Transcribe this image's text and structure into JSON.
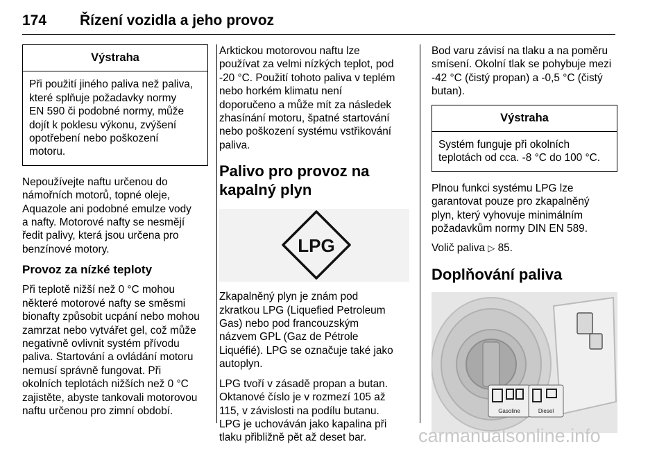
{
  "header": {
    "page_number": "174",
    "chapter_title": "Řízení vozidla a jeho provoz"
  },
  "col1": {
    "warning": {
      "title": "Výstraha",
      "lines": [
        "Při použití jiného paliva než paliva,",
        "které splňuje požadavky normy",
        "EN 590 či podobné normy, může",
        "dojít k poklesu výkonu, zvýšení",
        "opotřebení nebo poškození",
        "motoru."
      ]
    },
    "para1": [
      "Nepoužívejte naftu určenou do",
      "námořních motorů, topné oleje,",
      "Aquazole ani podobné emulze vody",
      "a nafty. Motorové nafty se nesmějí",
      "ředit palivy, která jsou určena pro",
      "benzínové motory."
    ],
    "subheading": "Provoz za nízké teploty",
    "para2": [
      "Při teplotě nižší než 0 °C mohou",
      "některé motorové nafty se směsmi",
      "bionafty způsobit ucpání nebo mohou",
      "zamrzat nebo vytvářet gel, což může",
      "negativně ovlivnit systém přívodu",
      "paliva. Startování a ovládání motoru",
      "nemusí správně fungovat. Při",
      "okolních teplotách nižších než 0 °C",
      "zajistěte, abyste tankovali motorovou",
      "naftu určenou pro zimní období."
    ]
  },
  "col2": {
    "para1": [
      "Arktickou motorovou naftu lze",
      "používat za velmi nízkých teplot, pod",
      "-20 °C. Použití tohoto paliva v teplém",
      "nebo horkém klimatu není",
      "doporučeno a může mít za následek",
      "zhasínání motoru, špatné startování",
      "nebo poškození systému vstřikování",
      "paliva."
    ],
    "heading": [
      "Palivo pro provoz na",
      "kapalný plyn"
    ],
    "lpg_label": "LPG",
    "para2": [
      "Zkapalněný plyn je znám pod",
      "zkratkou LPG (Liquefied Petroleum",
      "Gas) nebo pod francouzským",
      "názvem GPL (Gaz de Pétrole",
      "Liquéfié). LPG se označuje také jako",
      "autoplyn."
    ],
    "para3": [
      "LPG tvoří v zásadě propan a butan.",
      "Oktanové číslo je v rozmezí 105 až",
      "115, v závislosti na podílu butanu.",
      "LPG je uchováván jako kapalina při",
      "tlaku přibližně pět až deset bar."
    ]
  },
  "col3": {
    "para1": [
      "Bod varu závisí na tlaku a na poměru",
      "smísení. Okolní tlak se pohybuje mezi",
      "-42 °C (čistý propan) a -0,5 °C (čistý",
      "butan)."
    ],
    "warning": {
      "title": "Výstraha",
      "lines": [
        "Systém funguje při okolních",
        "teplotách od cca. -8 °C do 100 °C."
      ]
    },
    "para2": [
      "Plnou funkci systému LPG lze",
      "garantovat pouze pro zkapalněný",
      "plyn, který vyhovuje minimálním",
      "požadavkům normy DIN EN 589."
    ],
    "selector_text": "Volič paliva",
    "selector_ref_icon": "page-reference-triangle-icon",
    "selector_ref": "85.",
    "heading": "Doplňování paliva",
    "photo_labels": {
      "gasoline": "Gasoline",
      "diesel": "Diesel"
    }
  },
  "footer": {
    "watermark": "carmanualsonline.info"
  }
}
